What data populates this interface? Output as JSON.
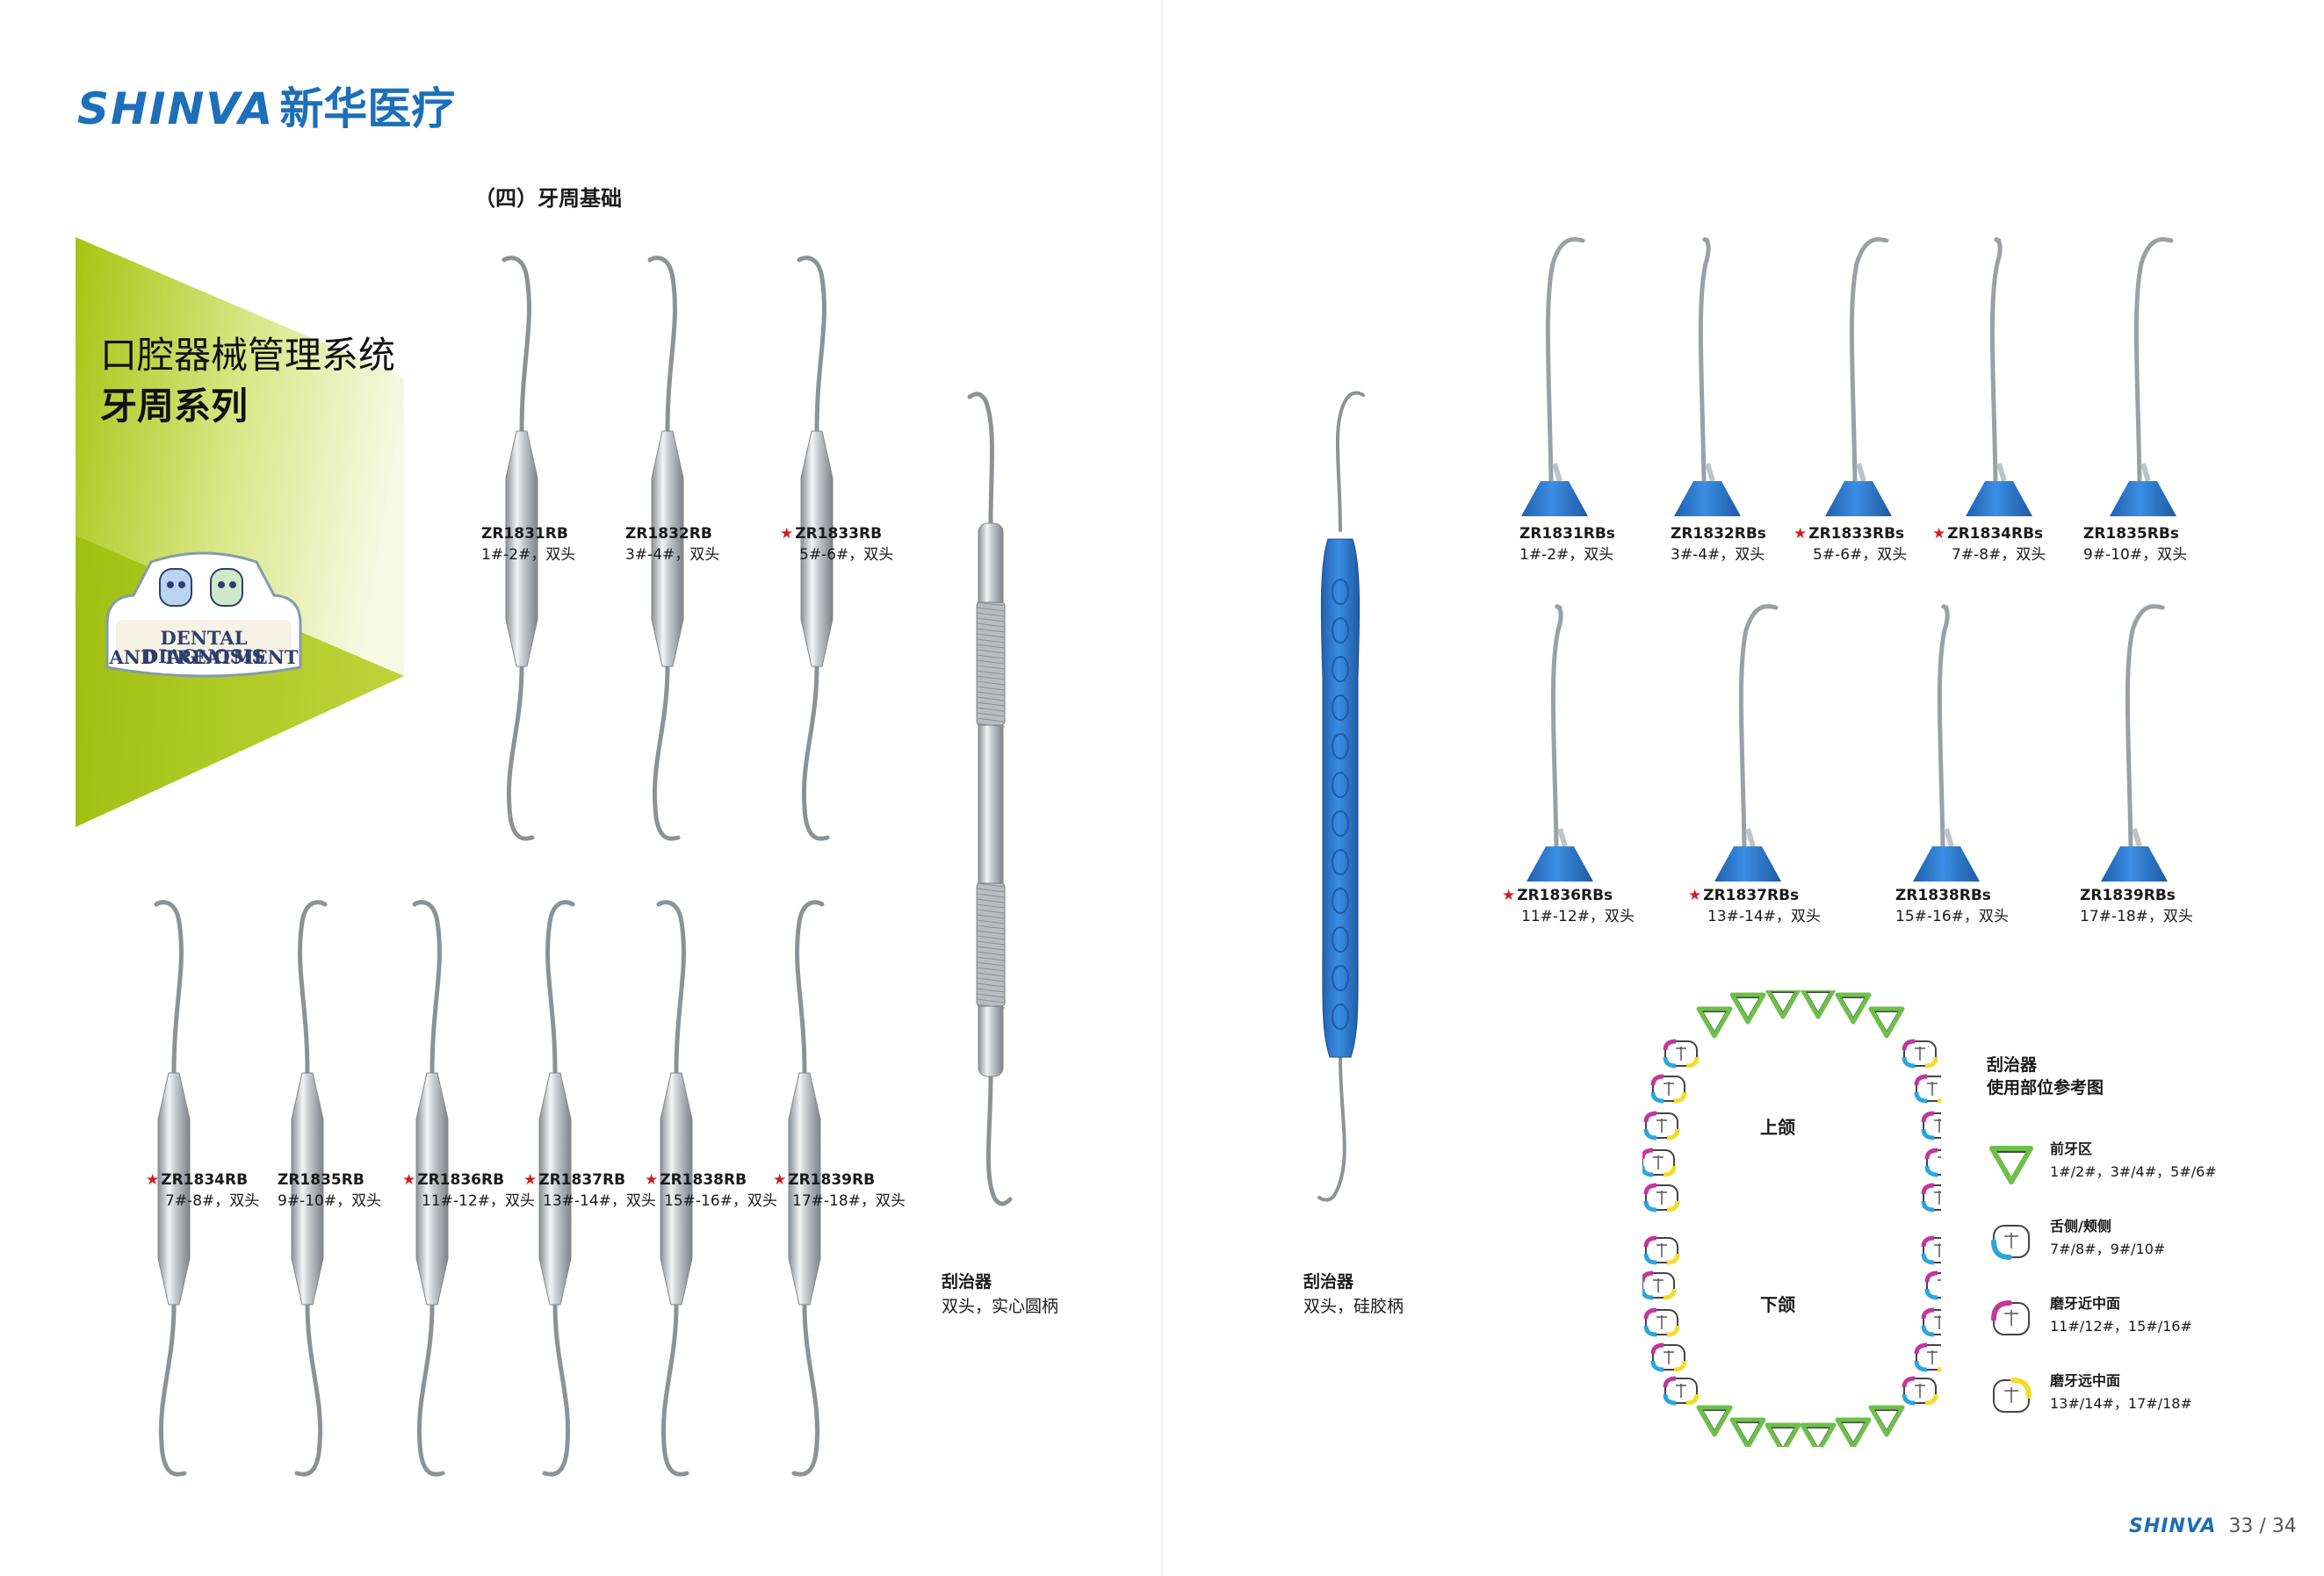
{
  "brand": {
    "logo_text": "SHINVA",
    "logo_cn": "新华医疗"
  },
  "section": {
    "title": "（四）牙周基础"
  },
  "banner": {
    "line1": "口腔器械管理系统",
    "line2": "牙周系列",
    "badge_line1": "DENTAL DIAGNOSIS",
    "badge_line2": "AND TREATMENT"
  },
  "colors": {
    "brand_blue": "#1c6fb8",
    "star_red": "#d31f1f",
    "silicone_blue": "#2f7fd6",
    "banner_green": "#a8c614"
  },
  "top_row_rb": [
    {
      "code": "ZR1831RB",
      "spec": "1#-2#，双头",
      "star": false
    },
    {
      "code": "ZR1832RB",
      "spec": "3#-4#，双头",
      "star": false
    },
    {
      "code": "ZR1833RB",
      "spec": "5#-6#，双头",
      "star": true
    }
  ],
  "bottom_row_rb": [
    {
      "code": "ZR1834RB",
      "spec": "7#-8#，双头",
      "star": true
    },
    {
      "code": "ZR1835RB",
      "spec": "9#-10#，双头",
      "star": false
    },
    {
      "code": "ZR1836RB",
      "spec": "11#-12#，双头",
      "star": true
    },
    {
      "code": "ZR1837RB",
      "spec": "13#-14#，双头",
      "star": true
    },
    {
      "code": "ZR1838RB",
      "spec": "15#-16#，双头",
      "star": true
    },
    {
      "code": "ZR1839RB",
      "spec": "17#-18#，双头",
      "star": true
    }
  ],
  "steel_scaler": {
    "name": "刮治器",
    "desc": "双头，实心圆柄"
  },
  "silicone_scaler": {
    "name": "刮治器",
    "desc": "双头，硅胶柄"
  },
  "rbs_row1": [
    {
      "code": "ZR1831RBs",
      "spec": "1#-2#，双头",
      "star": false
    },
    {
      "code": "ZR1832RBs",
      "spec": "3#-4#，双头",
      "star": false
    },
    {
      "code": "ZR1833RBs",
      "spec": "5#-6#，双头",
      "star": true
    },
    {
      "code": "ZR1834RBs",
      "spec": "7#-8#，双头",
      "star": true
    },
    {
      "code": "ZR1835RBs",
      "spec": "9#-10#，双头",
      "star": false
    }
  ],
  "rbs_row2": [
    {
      "code": "ZR1836RBs",
      "spec": "11#-12#，双头",
      "star": true
    },
    {
      "code": "ZR1837RBs",
      "spec": "13#-14#，双头",
      "star": true
    },
    {
      "code": "ZR1838RBs",
      "spec": "15#-16#，双头",
      "star": false
    },
    {
      "code": "ZR1839RBs",
      "spec": "17#-18#，双头",
      "star": false
    }
  ],
  "reference": {
    "title_line1": "刮治器",
    "title_line2": "使用部位参考图",
    "upper": "上颌",
    "lower": "下颌",
    "legend": [
      {
        "name": "前牙区",
        "desc": "1#/2#，3#/4#，5#/6#",
        "color": "#6cc04a"
      },
      {
        "name": "舌侧/颊侧",
        "desc": "7#/8#，9#/10#",
        "color": "#2aa6df"
      },
      {
        "name": "磨牙近中面",
        "desc": "11#/12#，15#/16#",
        "color": "#c2369e"
      },
      {
        "name": "磨牙远中面",
        "desc": "13#/14#，17#/18#",
        "color": "#f3dc2a"
      }
    ]
  },
  "footer": {
    "brand": "SHINVA",
    "page": "33 / 34"
  },
  "star_glyph": "★"
}
